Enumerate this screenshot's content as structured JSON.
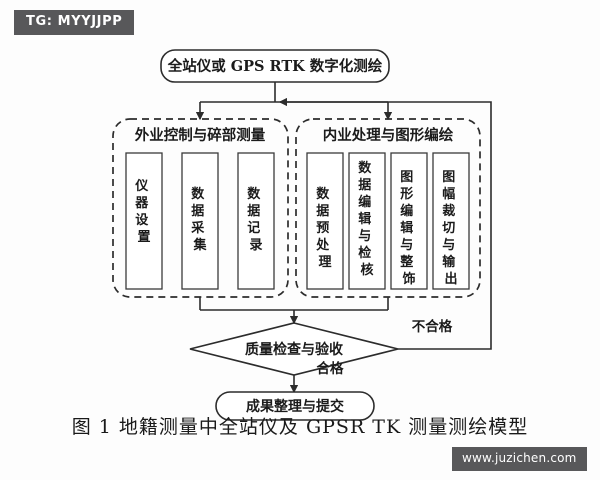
{
  "figure": {
    "caption": "图 1  地籍测量中全站仪及 GPSR TK 测量测绘模型",
    "top_node": "全站仪或 GPS RTK 数字化测绘",
    "groups": [
      {
        "title": "外业控制与碎部测量",
        "nodes": [
          "仪器设置",
          "数据采集",
          "数据记录"
        ]
      },
      {
        "title": "内业处理与图形编绘",
        "nodes": [
          "数据预处理",
          "数据编辑与检核",
          "图形编辑与整饰",
          "图幅裁切与输出"
        ]
      }
    ],
    "decision": "质量检查与验收",
    "edge_labels": {
      "fail": "不合格",
      "pass": "合格"
    },
    "terminal": "成果整理与提交"
  },
  "watermarks": {
    "tag": "TG: MYYJJPP",
    "site": "www.juzichen.com"
  },
  "colors": {
    "watermark_bg": "#58585a",
    "watermark_text": "#ffffff",
    "line": "#2c2c2c",
    "page_bg": "#fdfdfd"
  }
}
